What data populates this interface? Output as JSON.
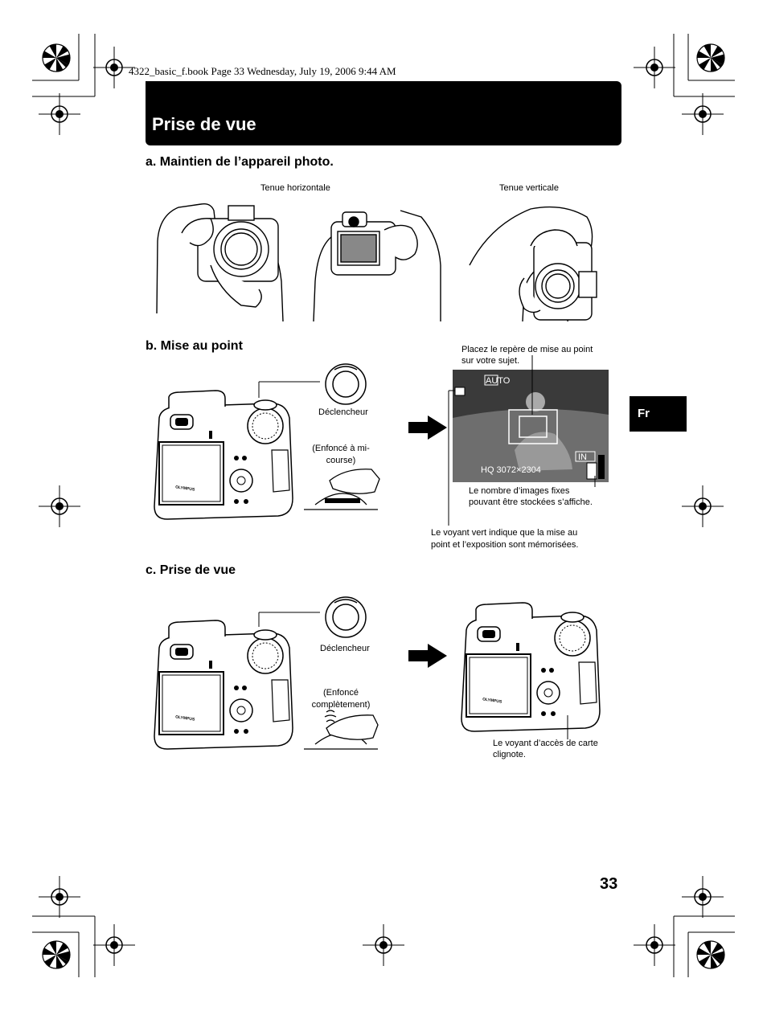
{
  "header": {
    "print_line": "4322_basic_f.book  Page 33  Wednesday, July 19, 2006  9:44 AM",
    "title": "Prise de vue"
  },
  "sections": {
    "a": {
      "title": "a.  Maintien de l’appareil photo.",
      "label_horizontal": "Tenue horizontale",
      "label_vertical": "Tenue verticale"
    },
    "b": {
      "title": "b.  Mise au point",
      "shutter_label": "Déclencheur",
      "half_press": "(Enfoncé à mi-\ncourse)",
      "callout_af_mark": "Placez le repère de mise au point\nsur votre sujet.",
      "callout_count": "Le nombre d’images fixes\npouvant être stockées s’affiche.",
      "callout_green_lamp": "Le voyant vert indique que la mise au\npoint et l’exposition sont mémorisées.",
      "lcd": {
        "mode": "AUTO",
        "quality": "HQ 3072×2304",
        "card": "IN"
      }
    },
    "c": {
      "title": "c.  Prise de vue",
      "shutter_label": "Déclencheur",
      "full_press": "(Enfoncé\ncomplètement)",
      "callout_card_lamp": "Le voyant d’accès de carte\nclignote."
    }
  },
  "brand": "OLYMPUS",
  "lang_tab": "Fr",
  "page_number": "33"
}
